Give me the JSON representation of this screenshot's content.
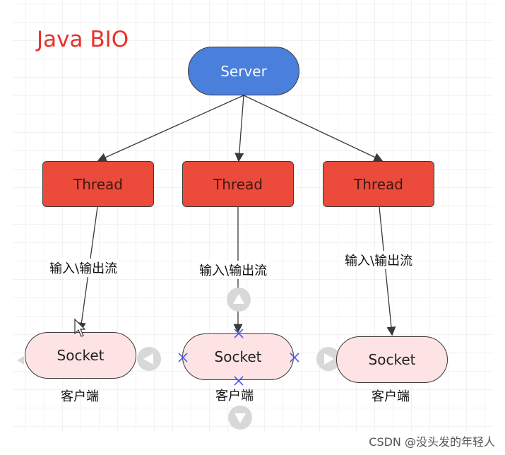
{
  "title": "Java BIO",
  "server": {
    "label": "Server"
  },
  "threads": [
    {
      "label": "Thread"
    },
    {
      "label": "Thread"
    },
    {
      "label": "Thread"
    }
  ],
  "flows": [
    {
      "label": "输入\\输出流"
    },
    {
      "label": "输入\\输出流"
    },
    {
      "label": "输入\\输出流"
    }
  ],
  "sockets": [
    {
      "label": "Socket",
      "caption": "客户端"
    },
    {
      "label": "Socket",
      "caption": "客户端"
    },
    {
      "label": "Socket",
      "caption": "客户端"
    }
  ],
  "watermark": "CSDN @没头发的年轻人",
  "colors": {
    "title": "#e8322a",
    "server_fill": "#4a7fdb",
    "thread_fill": "#ec4a3a",
    "socket_fill": "#fde3e3",
    "selection_marks": "#4a5cf0"
  }
}
